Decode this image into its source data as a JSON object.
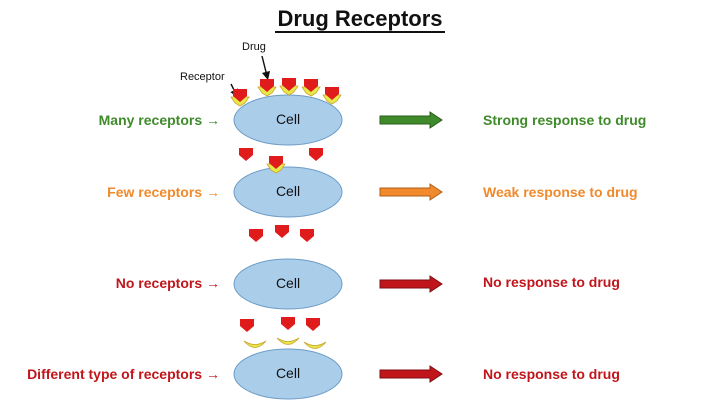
{
  "title": "Drug Receptors",
  "callouts": {
    "drug": "Drug",
    "receptor": "Receptor"
  },
  "colors": {
    "green": "#3f8a2a",
    "orange": "#f08a2c",
    "red": "#c0161b",
    "cell": "#aacdea",
    "drug": "#e01b1b",
    "receptor": "#e7e84a"
  },
  "rows": [
    {
      "label": "Many receptors",
      "arrow": "→",
      "cell": "Cell",
      "response": "Strong response to drug",
      "color": "#3f8a2a"
    },
    {
      "label": "Few receptors",
      "arrow": "→",
      "cell": "Cell",
      "response": "Weak response to drug",
      "color": "#f08a2c"
    },
    {
      "label": "No receptors",
      "arrow": "→",
      "cell": "Cell",
      "response": "No response to drug",
      "color": "#c0161b"
    },
    {
      "label": "Different type of receptors",
      "arrow": "→",
      "cell": "Cell",
      "response": "No response to drug",
      "color": "#c0161b"
    }
  ]
}
